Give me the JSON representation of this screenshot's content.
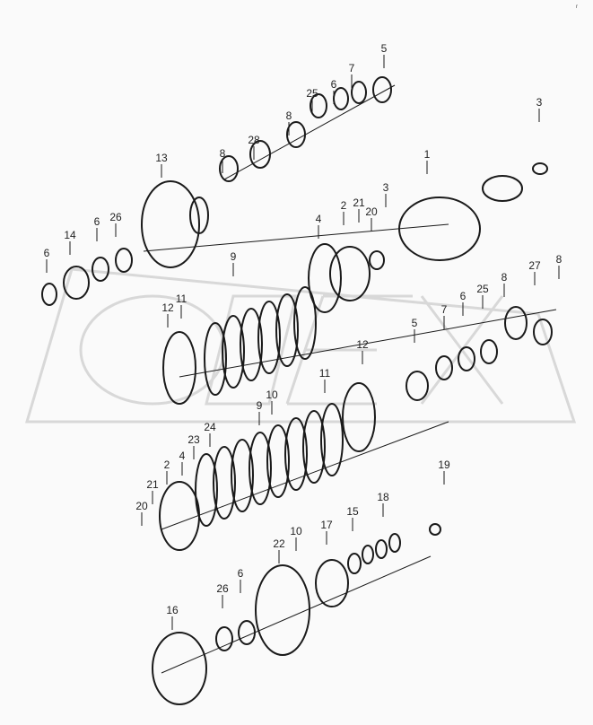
{
  "diagram": {
    "corner_mark": "r",
    "watermark": "OZEX",
    "part_labels": [
      "5",
      "7",
      "6",
      "25",
      "8",
      "28",
      "8",
      "13",
      "3",
      "1",
      "20",
      "21",
      "3",
      "2",
      "4",
      "9",
      "26",
      "6",
      "14",
      "6",
      "11",
      "12",
      "8",
      "27",
      "8",
      "25",
      "6",
      "7",
      "5",
      "12",
      "11",
      "10",
      "9",
      "24",
      "23",
      "4",
      "2",
      "21",
      "20",
      "10",
      "19",
      "18",
      "15",
      "17",
      "22",
      "26",
      "6",
      "16"
    ],
    "colors": {
      "ink": "#1a1a1a",
      "background": "#fafafa",
      "watermark": "#d8d8d8"
    }
  }
}
